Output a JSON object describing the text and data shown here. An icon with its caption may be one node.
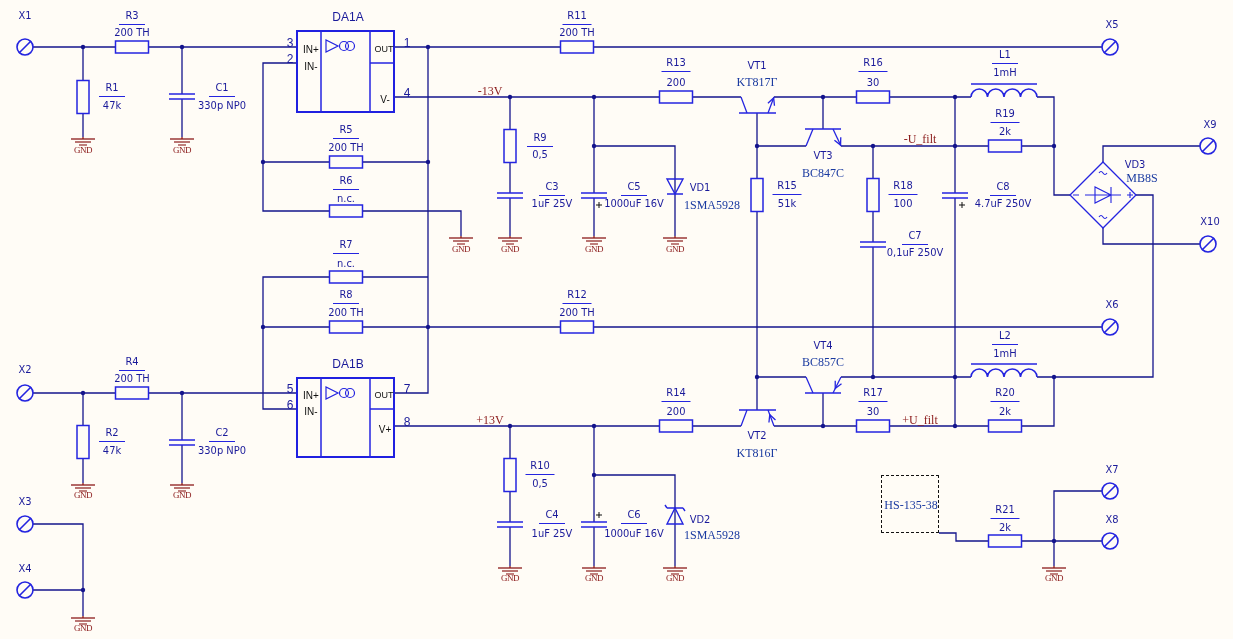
{
  "diagram": {
    "nodes": [
      {
        "text": [
          "DA1A",
          "IN+",
          "IN-",
          "OUT",
          "V-"
        ],
        "beside": [
          "3",
          "2",
          "1",
          "4"
        ]
      },
      {
        "text": [
          "DA1B",
          "IN+",
          "IN-",
          "OUT",
          "V+"
        ],
        "beside": [
          "5",
          "6",
          "7",
          "8"
        ]
      },
      {
        "text": [
          "HS-135-38"
        ]
      }
    ],
    "edges": [
      {
        "from": 0,
        "to": 1,
        "arrow": "none"
      }
    ],
    "labels": [
      "X1",
      "R3",
      "R11",
      "X5",
      "200 TH",
      "200 TH",
      "L1",
      "R13",
      "VT1",
      "R16",
      "1mH",
      "200",
      "KT817Г",
      "30",
      "R1",
      "C1",
      "-13V",
      "47k",
      "330p NP0",
      "R19",
      "X9",
      "R5",
      "2k",
      "R9",
      "-U_filt",
      "GND",
      "GND",
      "200 TH",
      "0,5",
      "VT3",
      "VD3",
      "R6",
      "C3",
      "C5",
      "VD1",
      "R15",
      "BC847C",
      "R18",
      "C8",
      "MB8S",
      "n.c.",
      "1uF 25V",
      "1000uF 16V",
      "1SMA5928",
      "51k",
      "100",
      "4.7uF 250V",
      "X10",
      "C7",
      "R7",
      "GND",
      "GND",
      "GND",
      "GND",
      "0,1uF 250V",
      "n.c.",
      "R8",
      "R12",
      "X6",
      "200 TH",
      "200 TH",
      "L2",
      "VT4",
      "1mH",
      "X2",
      "R4",
      "BC857C",
      "200 TH",
      "R14",
      "R17",
      "R20",
      "200",
      "30",
      "2k",
      "+13V",
      "+U_filt",
      "R2",
      "C2",
      "VT2",
      "47k",
      "330p NP0",
      "KT816Г",
      "R10",
      "X7",
      "0,5",
      "GND",
      "GND",
      "X3",
      "C4",
      "C6",
      "VD2",
      "R21",
      "X8",
      "1uF 25V",
      "1000uF 16V",
      "1SMA5928",
      "2k",
      "X4",
      "GND",
      "GND",
      "GND",
      "GND",
      "GND"
    ]
  }
}
